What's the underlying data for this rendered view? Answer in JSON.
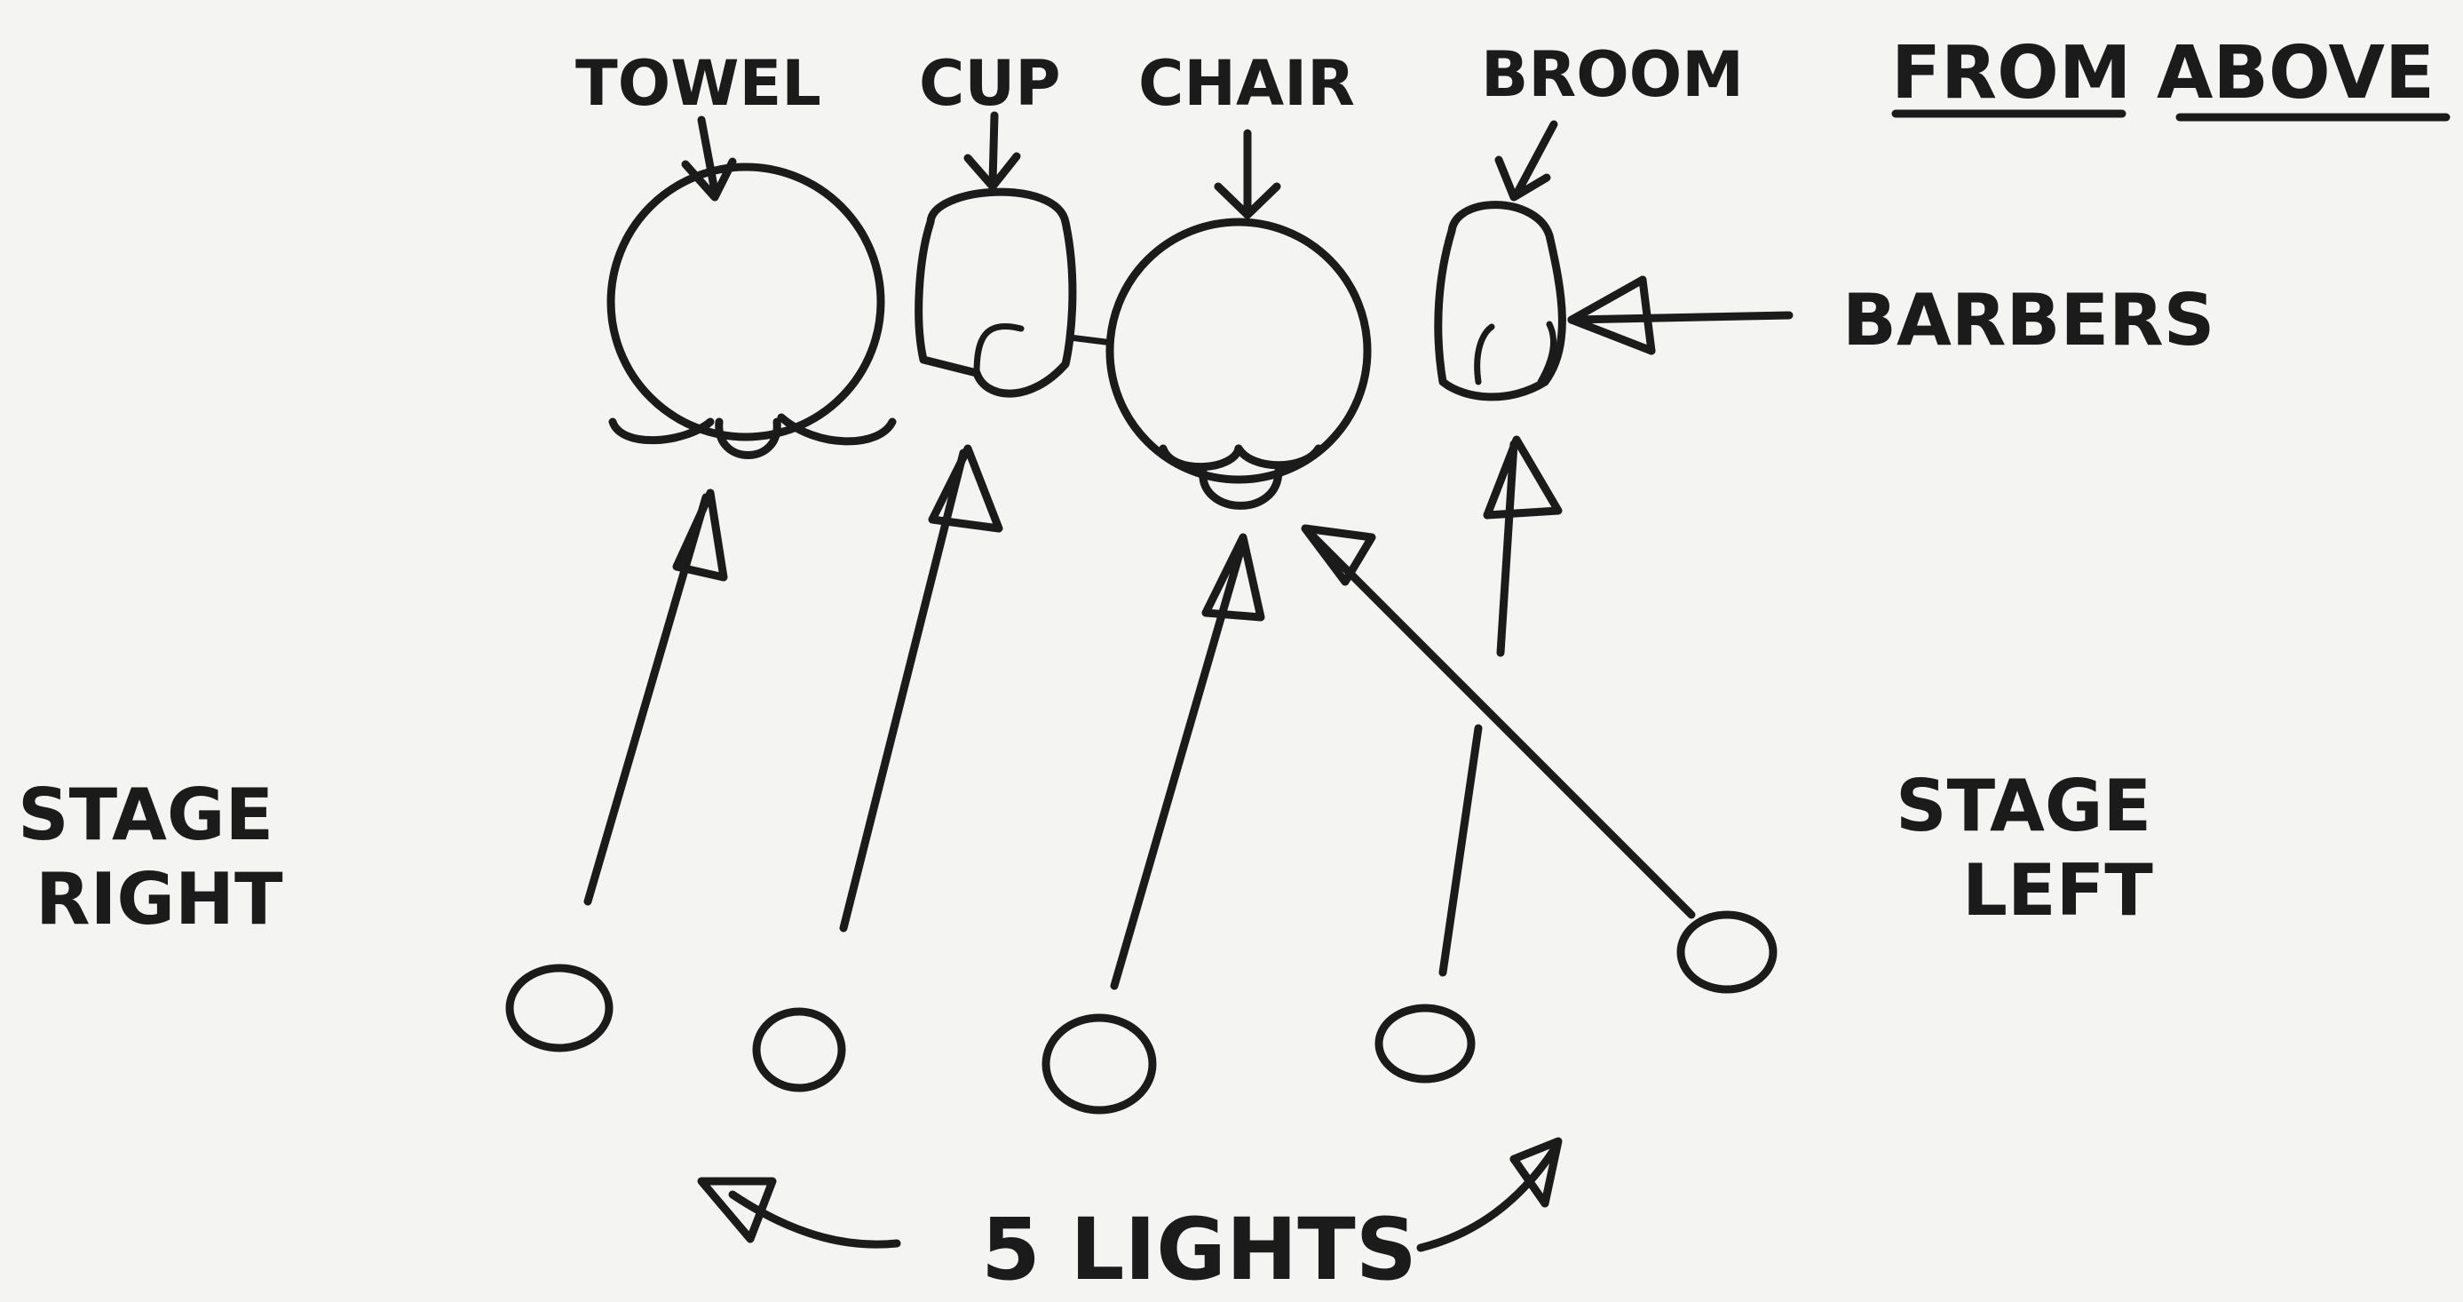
{
  "header": {
    "from_above": "FROM ABOVE"
  },
  "props": {
    "towel": "TOWEL",
    "cup": "CUP",
    "chair": "CHAIR",
    "broom": "BROOM"
  },
  "barbers": "BARBERS",
  "sides": {
    "stage_right_line1": "STAGE",
    "stage_right_line2": "RIGHT",
    "stage_left_line1": "STAGE",
    "stage_left_line2": "LEFT"
  },
  "lights": {
    "count_label": "5 LIGHTS"
  }
}
